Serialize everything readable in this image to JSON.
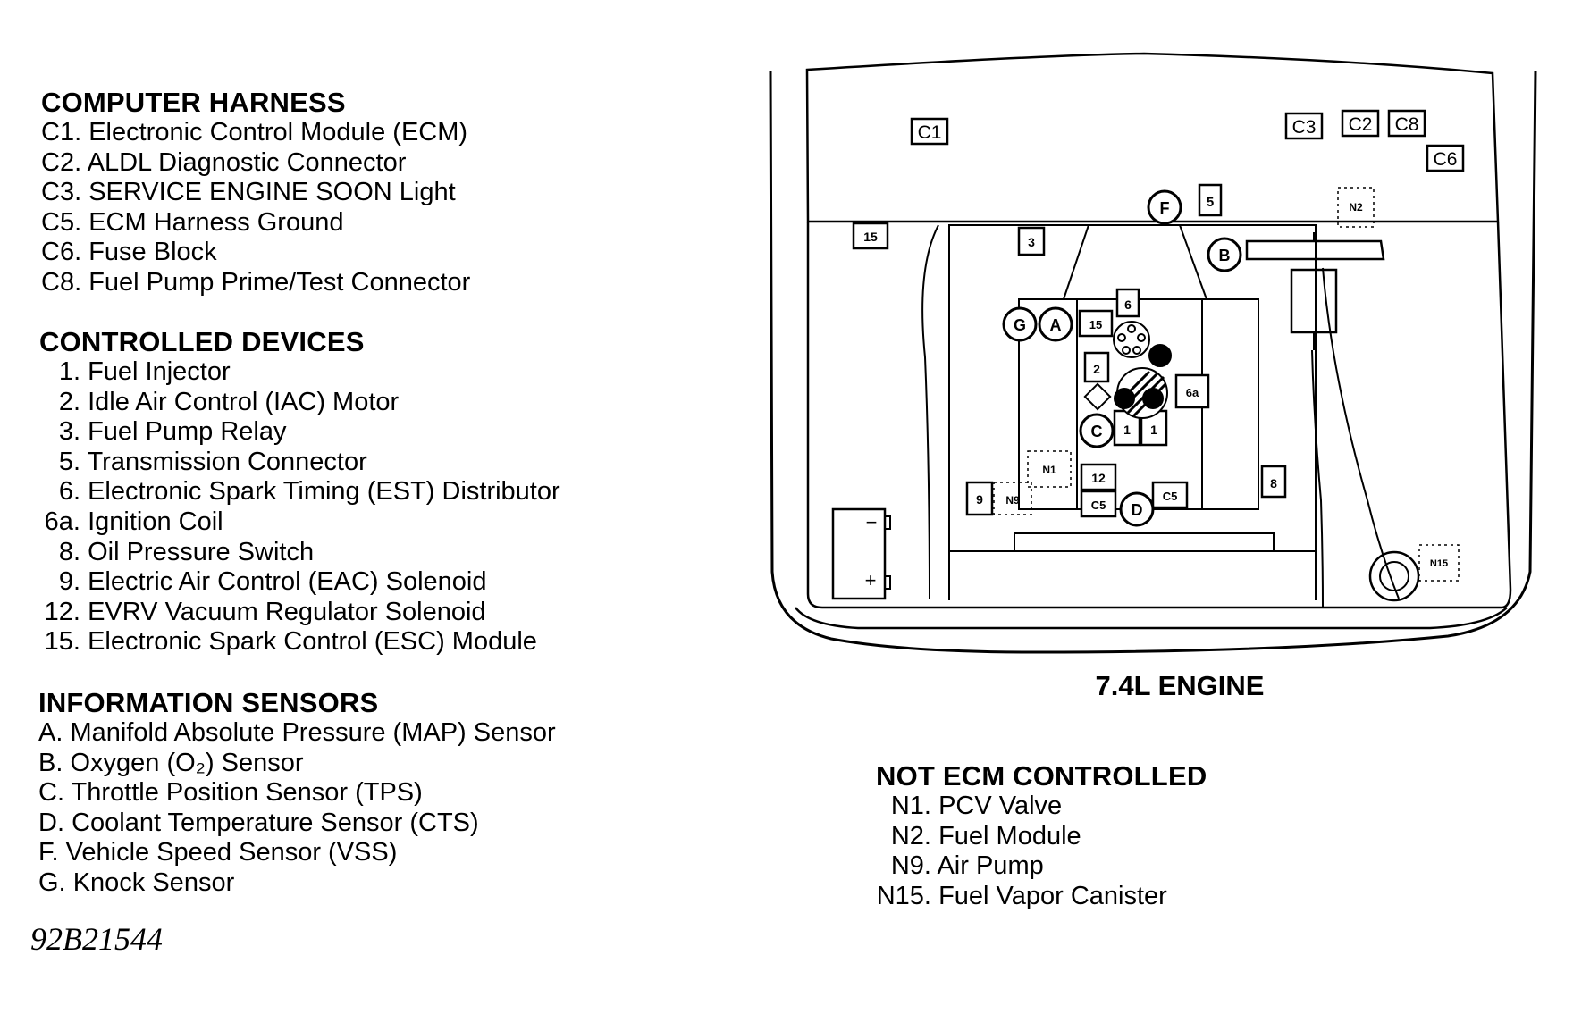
{
  "computer_harness": {
    "title": "COMPUTER HARNESS",
    "items": [
      {
        "code": "C1.",
        "label": "Electronic Control Module (ECM)"
      },
      {
        "code": "C2.",
        "label": "ALDL Diagnostic Connector"
      },
      {
        "code": "C3.",
        "label": "SERVICE ENGINE SOON Light"
      },
      {
        "code": "C5.",
        "label": "ECM Harness Ground"
      },
      {
        "code": "C6.",
        "label": "Fuse Block"
      },
      {
        "code": "C8.",
        "label": "Fuel Pump Prime/Test Connector"
      }
    ]
  },
  "controlled_devices": {
    "title": "CONTROLLED DEVICES",
    "items": [
      {
        "code": "1.",
        "label": "Fuel Injector"
      },
      {
        "code": "2.",
        "label": "Idle Air Control (IAC) Motor"
      },
      {
        "code": "3.",
        "label": "Fuel Pump Relay"
      },
      {
        "code": "5.",
        "label": "Transmission Connector"
      },
      {
        "code": "6.",
        "label": "Electronic Spark Timing (EST) Distributor"
      },
      {
        "code": "6a.",
        "label": "Ignition Coil"
      },
      {
        "code": "8.",
        "label": "Oil Pressure Switch"
      },
      {
        "code": "9.",
        "label": "Electric Air Control (EAC) Solenoid"
      },
      {
        "code": "12.",
        "label": "EVRV Vacuum Regulator Solenoid"
      },
      {
        "code": "15.",
        "label": "Electronic Spark Control (ESC) Module"
      }
    ]
  },
  "information_sensors": {
    "title": "INFORMATION SENSORS",
    "items": [
      {
        "code": "A.",
        "label": "Manifold Absolute Pressure (MAP) Sensor"
      },
      {
        "code": "B.",
        "label": "Oxygen (O₂) Sensor"
      },
      {
        "code": "C.",
        "label": "Throttle Position Sensor (TPS)"
      },
      {
        "code": "D.",
        "label": "Coolant Temperature Sensor (CTS)"
      },
      {
        "code": "F.",
        "label": "Vehicle Speed Sensor (VSS)"
      },
      {
        "code": "G.",
        "label": "Knock Sensor"
      }
    ]
  },
  "not_ecm": {
    "title": "NOT ECM CONTROLLED",
    "items": [
      {
        "code": "N1.",
        "label": "PCV Valve"
      },
      {
        "code": "N2.",
        "label": "Fuel Module"
      },
      {
        "code": "N9.",
        "label": "Air Pump"
      },
      {
        "code": "N15.",
        "label": "Fuel Vapor Canister"
      }
    ]
  },
  "engine_title": "7.4L ENGINE",
  "figure_ref": "92B21544",
  "diagram_labels": {
    "c1": "C1",
    "c3": "C3",
    "c2": "C2",
    "c8": "C8",
    "c6": "C6",
    "f": "F",
    "n5": "5",
    "n2": "N2",
    "n15a": "15",
    "n3": "3",
    "b": "B",
    "n6": "6",
    "g": "G",
    "a": "A",
    "n15b": "15",
    "n2b": "2",
    "n6a": "6a",
    "c": "C",
    "n1a": "1",
    "n1b": "1",
    "n1": "N1",
    "n12": "12",
    "n8": "8",
    "n9": "9",
    "n9b": "N9",
    "c5a": "C5",
    "d": "D",
    "c5b": "C5",
    "n15": "N15",
    "minus": "−",
    "plus": "+"
  }
}
